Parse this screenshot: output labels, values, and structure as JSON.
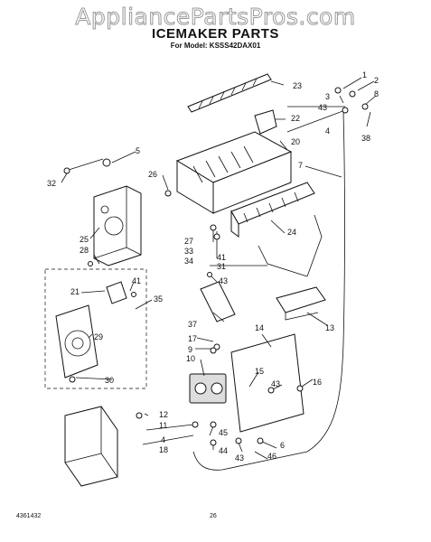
{
  "watermark": "AppliancePartsPros.com",
  "title": "ICEMAKER PARTS",
  "model": "For Model: KSSS42DAX01",
  "footer_left": "4361432",
  "footer_page": "26",
  "callouts": [
    "1",
    "2",
    "3",
    "8",
    "43",
    "22",
    "4",
    "20",
    "38",
    "23",
    "5",
    "26",
    "7",
    "32",
    "25",
    "28",
    "24",
    "27",
    "33",
    "34",
    "41",
    "31",
    "43",
    "21",
    "41",
    "35",
    "37",
    "13",
    "29",
    "17",
    "14",
    "9",
    "10",
    "15",
    "16",
    "43",
    "30",
    "12",
    "11",
    "4",
    "18",
    "45",
    "44",
    "6",
    "43",
    "46"
  ]
}
